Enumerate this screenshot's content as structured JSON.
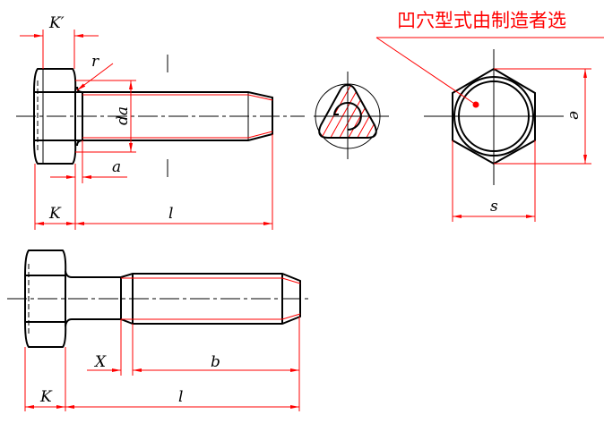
{
  "note": "凹穴型式由制造者选",
  "labels": {
    "k_prime": "K′",
    "r": "r",
    "da": "da",
    "a": "a",
    "k_top": "K",
    "l_top": "l",
    "e": "e",
    "s": "s",
    "x": "X",
    "b": "b",
    "k_bottom": "K",
    "l_bottom": "l"
  },
  "colors": {
    "dimension": "#ff0000",
    "outline": "#000000"
  }
}
